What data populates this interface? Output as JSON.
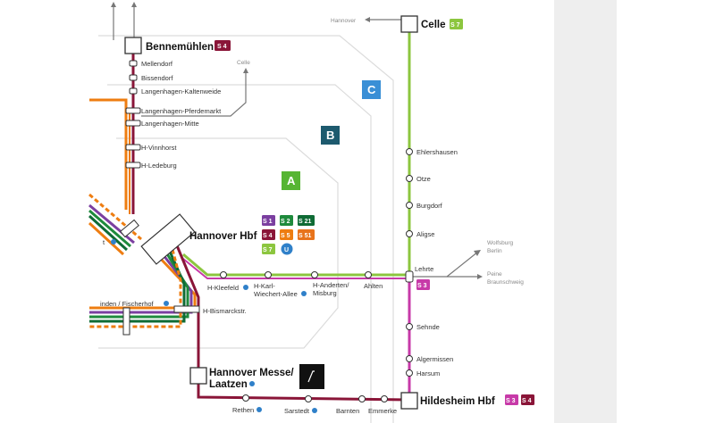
{
  "zones": {
    "A": {
      "label": "A",
      "color": "#56b533"
    },
    "B": {
      "label": "B",
      "color": "#1d5a6e"
    },
    "C": {
      "label": "C",
      "color": "#3a8fd6"
    }
  },
  "line_colors": {
    "S1": "#7b3fa0",
    "S2": "#1e8a3c",
    "S21": "#0f6b35",
    "S3": "#c73aa8",
    "S4": "#8a1538",
    "S5": "#ee7d11",
    "S51": "#e8731b",
    "S7": "#8cc63f",
    "U": "#2f80c9"
  },
  "hubs": {
    "bennemuehlen": {
      "name": "Bennemühlen",
      "badges": [
        "S 4"
      ]
    },
    "celle": {
      "name": "Celle",
      "badges": [
        "S 7"
      ]
    },
    "hannover_hbf": {
      "name": "Hannover Hbf",
      "badge_rows": [
        [
          "S 1",
          "S 2",
          "S 21"
        ],
        [
          "S 4",
          "S 5",
          "S 51"
        ],
        [
          "S 7",
          "U"
        ]
      ]
    },
    "messe_line1": "Hannover Messe/",
    "messe_line2": "Laatzen",
    "hildesheim": {
      "name": "Hildesheim Hbf",
      "badges": [
        "S 3",
        "S 4"
      ]
    },
    "lehrte_badge": "S 3"
  },
  "stations": {
    "mellendorf": "Mellendorf",
    "bissendorf": "Bissendorf",
    "kaltenweide": "Langenhagen-Kaltenweide",
    "pferdemarkt": "Langenhagen-Pferdemarkt",
    "langenhagen_mitte": "Langenhagen-Mitte",
    "vinnhorst": "H-Vinnhorst",
    "ledeburg": "H-Ledeburg",
    "kleefeld": "H-Kleefeld",
    "karl_wiechert_1": "H-Karl-",
    "karl_wiechert_2": "Wiechert-Allee",
    "anderten_1": "H-Anderten/",
    "anderten_2": "Misburg",
    "ahlten": "Ahlten",
    "lehrte": "Lehrte",
    "ehlershausen": "Ehlershausen",
    "otze": "Otze",
    "burgdorf": "Burgdorf",
    "aligse": "Aligse",
    "sehnde": "Sehnde",
    "algermissen": "Algermissen",
    "harsum": "Harsum",
    "bismarckstr": "H-Bismarckstr.",
    "linden": "inden / Fischerhof",
    "partial_t": "t",
    "rethen": "Rethen",
    "sarstedt": "Sarstedt",
    "barnten": "Barnten",
    "emmerke": "Emmerke"
  },
  "destinations": {
    "hannover": "Hannover",
    "celle_small": "Celle",
    "wolfsburg": "Wolfsburg",
    "berlin": "Berlin",
    "peine": "Peine",
    "braunschweig": "Braunschweig"
  },
  "icons": {
    "u_bahn": "u-bahn-icon",
    "exhibition_logo": "exhibition-grounds-logo"
  }
}
